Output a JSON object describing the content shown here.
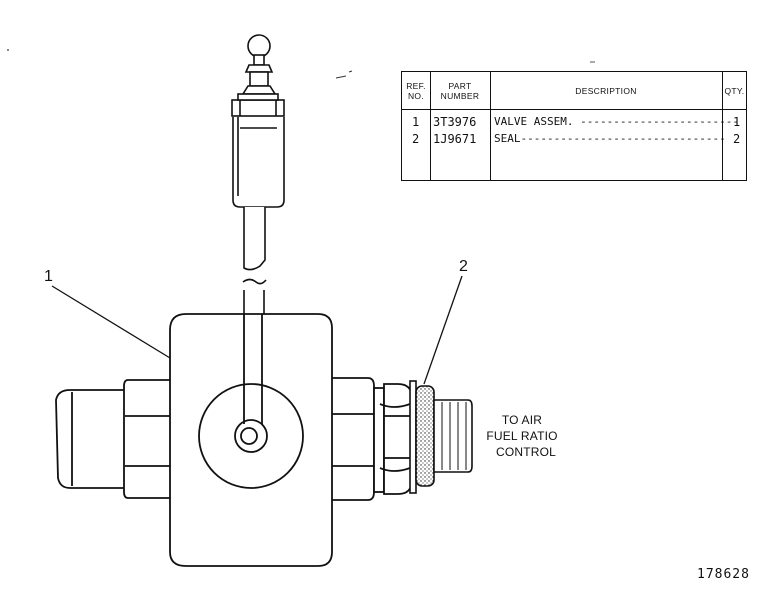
{
  "parts_table": {
    "headers": {
      "ref_line1": "REF.",
      "ref_line2": "NO.",
      "part_line1": "PART",
      "part_line2": "NUMBER",
      "description": "DESCRIPTION",
      "qty": "QTY."
    },
    "rows": [
      {
        "ref": "1",
        "part_number": "3T3976",
        "description": "VALVE ASSEM. ------------------------",
        "qty": "1"
      },
      {
        "ref": "2",
        "part_number": "1J9671",
        "description": "SEAL-------------------------------",
        "qty": "2"
      }
    ]
  },
  "callouts": {
    "item1": "1",
    "item2": "2"
  },
  "note": {
    "line1": "TO AIR",
    "line2": "FUEL RATIO",
    "line3": "CONTROL"
  },
  "figure_number": "178628"
}
